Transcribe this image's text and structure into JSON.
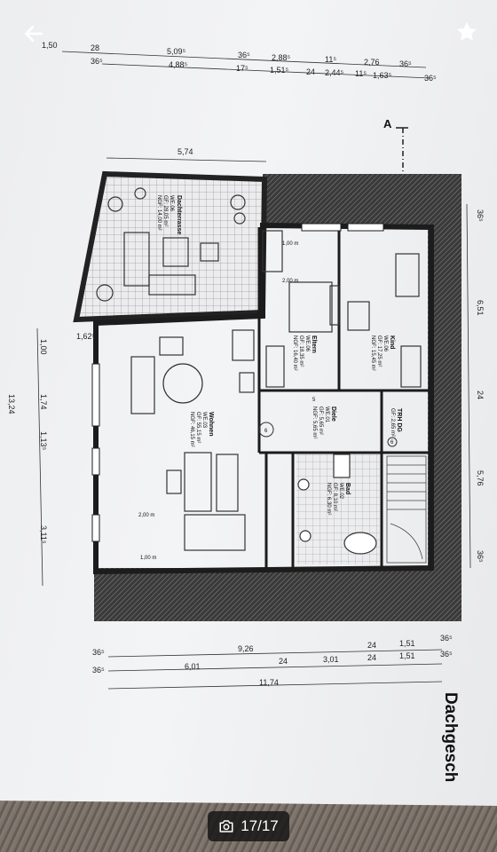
{
  "viewer": {
    "back_icon": "arrow-left-icon",
    "favorite_icon": "star-icon",
    "camera_icon": "camera-icon",
    "counter": "17/17"
  },
  "plan": {
    "floor_label": "Dachgesch",
    "section_marker": "A",
    "top_dims_row1": [
      "1,50",
      "28",
      "5,09⁵",
      "36⁵",
      "2,88⁵",
      "11⁵",
      "2,76",
      "36⁵"
    ],
    "top_dims_row2": [
      "36⁵",
      "4,88⁵",
      "17⁵",
      "1,51⁵",
      "24",
      "2,44⁵",
      "11⁵",
      "1,63⁵",
      "36⁵"
    ],
    "terrace_dim": "5,74",
    "left_dims": [
      "1,00",
      "1,62⁵",
      "1,74",
      "1,13⁵",
      "3,11⁵",
      "13,24"
    ],
    "right_dims": [
      "36⁵",
      "6,51",
      "24",
      "5,76",
      "36⁵"
    ],
    "bottom_dims_row1": [
      "36⁵",
      "9,26",
      "24",
      "1,51",
      "36⁵"
    ],
    "bottom_dims_row2": [
      "36⁵",
      "6,01",
      "24",
      "3,01",
      "24",
      "1,51",
      "36⁵"
    ],
    "bottom_total": "11,74",
    "inner_dims": [
      "1,00 m",
      "2,00 m",
      "2,00 m",
      "1,00 m"
    ],
    "rooms": [
      {
        "name": "Dachterrasse",
        "lines": [
          "WE.06",
          "GF: 28,05 m²",
          "NGF: 14,00 m²"
        ]
      },
      {
        "name": "Eltern",
        "lines": [
          "WE.06",
          "GF: 18,35 m²",
          "NGF: 16,40 m²"
        ]
      },
      {
        "name": "Kind",
        "lines": [
          "WE.06",
          "GF: 17,25 m²",
          "NGF: 15,45 m²"
        ]
      },
      {
        "name": "Wohnen",
        "lines": [
          "WE.03",
          "GF: 55,15 m²",
          "NGF: 46,15 m²"
        ]
      },
      {
        "name": "Diele",
        "lines": [
          "WE.01",
          "GF: 5,65 m²",
          "NGF: 5,65 m²"
        ]
      },
      {
        "name": "TRH DG",
        "lines": [
          "GF: 2,65 m²"
        ]
      },
      {
        "name": "Bad",
        "lines": [
          "WE.02",
          "GF: 8,10 m²",
          "NGF: 6,30 m²"
        ]
      }
    ],
    "marker_5": "5",
    "marker_6": "6",
    "marker_6b": "6"
  }
}
